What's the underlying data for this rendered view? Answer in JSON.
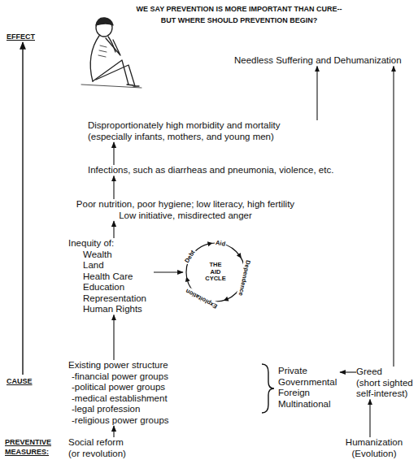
{
  "diagram": {
    "title": "WE SAY PREVENTION IS MORE IMPORTANT THAN CURE-- BUT WHERE SHOULD PREVENTION BEGIN?",
    "nodes": [
      {
        "text": [
          "Needless Suffering and Dehumanization"
        ]
      },
      {
        "text": [
          "Disproportionately high morbidity and mortality (especially infants, mothers, and young men)"
        ]
      },
      {
        "text": [
          "Infections, such as diarrheas and pneumonia, violence, etc."
        ]
      },
      {
        "text": [
          "Poor nutrition, poor hygiene; low literacy, high fertility Low initiative, misdirected anger"
        ]
      },
      {
        "text": [
          "Inequity of:",
          "Wealth",
          "Land",
          "Health Care",
          "Education",
          "Representation",
          "Human Rights"
        ]
      },
      {
        "text": [
          "THE AID CYCLE",
          "Aid",
          "Dependence",
          "Exploitation",
          "Debt"
        ]
      },
      {
        "text": [
          "Existing power structure",
          "-financial power groups",
          "-political power groups",
          "-medical establishment",
          "-legal profession",
          "-religious power groups"
        ]
      },
      {
        "text": [
          "Private",
          "Governmental",
          "Foreign",
          "Multinational"
        ]
      },
      {
        "text": [
          "Greed",
          "(short sighted self-interest)"
        ]
      },
      {
        "text": [
          "Social reform",
          "(or revolution)"
        ]
      },
      {
        "text": [
          "Humanization",
          "(Evolution)"
        ]
      }
    ],
    "edges": [
      {
        "from": 1,
        "to": 0,
        "arrow": "to"
      },
      {
        "from": 2,
        "to": 1,
        "arrow": "to"
      },
      {
        "from": 3,
        "to": 2,
        "arrow": "to"
      },
      {
        "from": 4,
        "to": 3,
        "arrow": "to"
      },
      {
        "from": 4,
        "to": 5,
        "arrow": "to"
      },
      {
        "from": 6,
        "to": 4,
        "arrow": "to"
      },
      {
        "from": 8,
        "to": 7,
        "arrow": "to"
      },
      {
        "from": 10,
        "to": 8,
        "arrow": "to"
      },
      {
        "from": 8,
        "to": 0,
        "arrow": "to"
      },
      {
        "from": 9,
        "to": 6,
        "arrow": "to"
      }
    ],
    "labels": [
      "EFFECT",
      "CAUSE",
      "PREVENTIVE MEASURES:"
    ]
  }
}
